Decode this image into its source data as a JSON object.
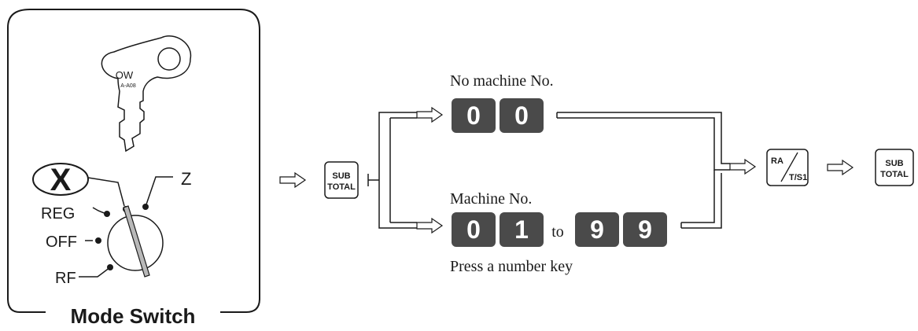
{
  "mode_panel": {
    "title": "Mode Switch",
    "key": {
      "label_top": "OW",
      "label_bottom": "A-A08"
    },
    "positions": {
      "x": "X",
      "z": "Z",
      "reg": "REG",
      "off": "OFF",
      "rf": "RF"
    }
  },
  "flow": {
    "sub_total_key": {
      "line1": "SUB",
      "line2": "TOTAL"
    },
    "branch_top": {
      "label": "No machine No.",
      "keys": [
        "0",
        "0"
      ]
    },
    "branch_bottom": {
      "label": "Machine No.",
      "keys_from": [
        "0",
        "1"
      ],
      "to_text": "to",
      "keys_to": [
        "9",
        "9"
      ],
      "caption": "Press a number key"
    },
    "ra_key": {
      "top": "RA",
      "bottom": "T/S1"
    },
    "final_key": {
      "line1": "SUB",
      "line2": "TOTAL"
    }
  },
  "colors": {
    "key_fill": "#4a4a4a",
    "key_text": "#ffffff",
    "line": "#1a1a1a",
    "switch_bar": "#b8b8b8"
  }
}
